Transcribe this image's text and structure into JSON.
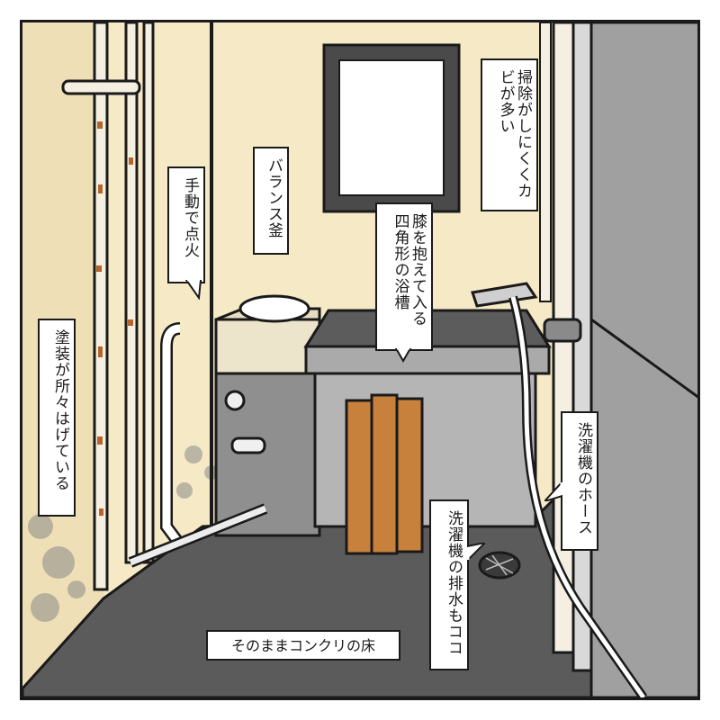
{
  "panel": {
    "description": "Manga-style illustration of an old bathroom with balance boiler, square bathtub, washing machine hose and concrete floor",
    "colors": {
      "wall": "#f6e9c6",
      "floor": "#5a5a5a",
      "tub": "#9a9a9a",
      "door": "#9c9c9c",
      "outline": "#1a1a1a",
      "rust": "#b5642a",
      "wood": "#c8813c"
    }
  },
  "captions": {
    "mold": "掃除がしにくくカビが多い",
    "mold_lines": [
      "掃除がしにくく",
      "カビが多い"
    ],
    "balance_boiler": "バランス釜",
    "manual_ignition": "手動で点火",
    "bathtub": "膝を抱えて入る四角形の浴槽",
    "bathtub_lines": [
      "膝を抱えて入る",
      "四角形の浴槽"
    ],
    "peeling_paint": "塗装が所々はげている",
    "washer_hose": "洗濯機のホース",
    "washer_drain": "洗濯機の排水もココ",
    "concrete_floor": "そのままコンクリの床"
  }
}
